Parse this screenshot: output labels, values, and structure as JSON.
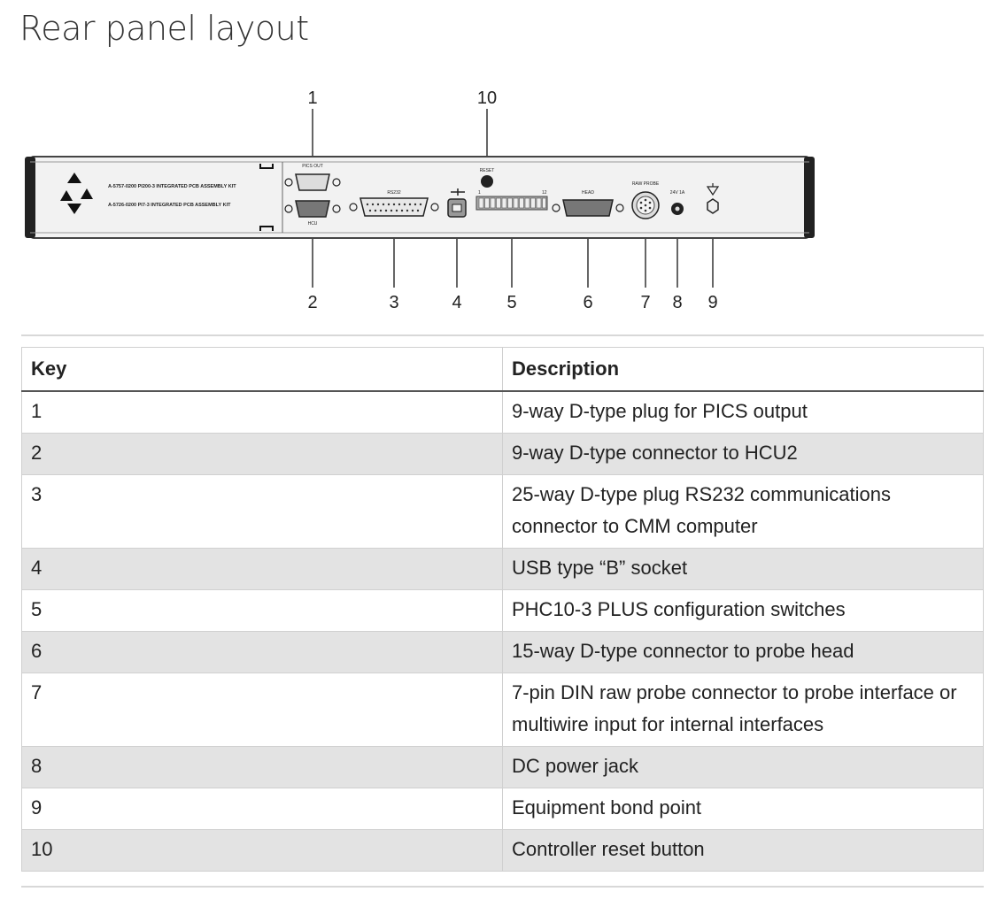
{
  "title": "Rear panel layout",
  "diagram": {
    "callouts": [
      "1",
      "2",
      "3",
      "4",
      "5",
      "6",
      "7",
      "8",
      "9",
      "10"
    ],
    "labels": {
      "kit1": "A-5757-0200 PI200-3 INTEGRATED PCB ASSEMBLY KIT",
      "kit2": "A-5726-0200 PI7-3 INTEGRATED PCB ASSEMBLY KIT",
      "pics_out": "PICS OUT",
      "hcu": "HCU",
      "rs232": "RS232",
      "reset": "RESET",
      "head": "HEAD",
      "raw_probe": "RAW PROBE",
      "power": "24V 1A",
      "sw_left": "1",
      "sw_right": "12"
    }
  },
  "table": {
    "headers": {
      "key": "Key",
      "description": "Description"
    },
    "rows": [
      {
        "key": "1",
        "description": "9-way D-type plug for PICS output"
      },
      {
        "key": "2",
        "description": "9-way D-type connector to HCU2"
      },
      {
        "key": "3",
        "description": "25-way D-type plug RS232 communications connector to CMM computer"
      },
      {
        "key": "4",
        "description": "USB type “B” socket"
      },
      {
        "key": "5",
        "description": "PHC10-3 PLUS configuration switches"
      },
      {
        "key": "6",
        "description": "15-way D-type connector to probe head"
      },
      {
        "key": "7",
        "description": "7-pin DIN raw probe connector to probe interface or multiwire input for internal interfaces"
      },
      {
        "key": "8",
        "description": "DC power jack"
      },
      {
        "key": "9",
        "description": "Equipment bond point"
      },
      {
        "key": "10",
        "description": "Controller reset button"
      }
    ]
  }
}
